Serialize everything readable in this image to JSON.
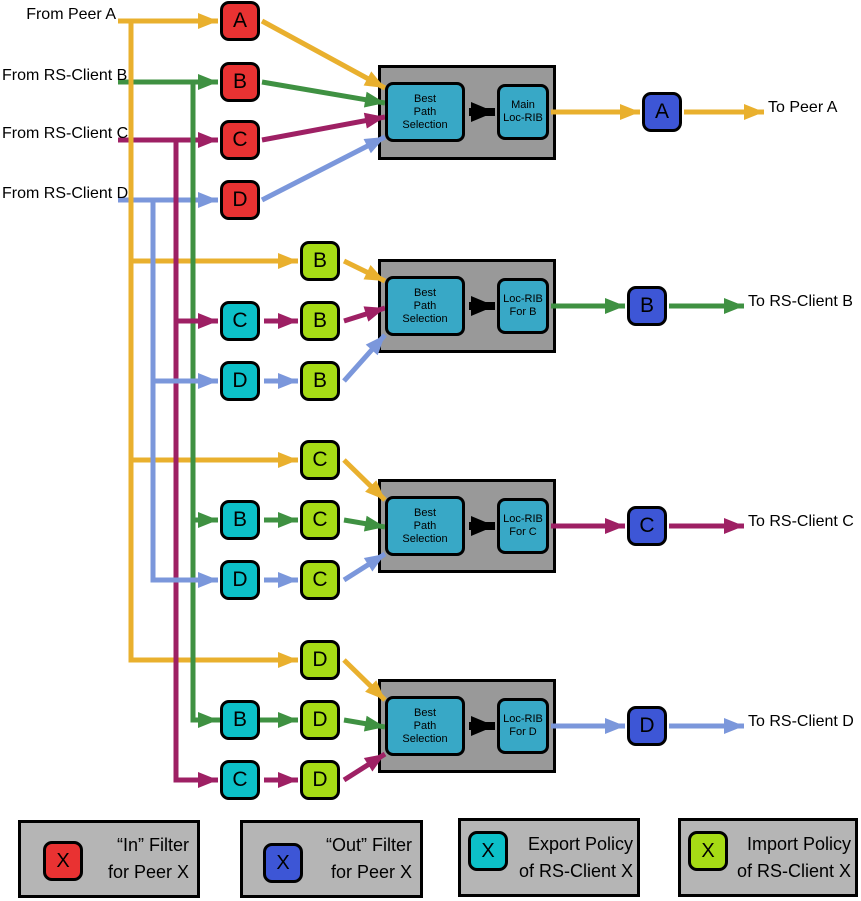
{
  "colors": {
    "peer_a_path": "#E9B02E",
    "rs_client_b_path": "#3F9142",
    "rs_client_c_path": "#9E2064",
    "rs_client_d_path": "#7B97DB",
    "in_filter_box": "#E93232",
    "out_filter_box": "#3D56D6",
    "export_policy_box": "#0CC0C8",
    "import_policy_box": "#A6DB15",
    "rib_box": "#38A8C6",
    "container_gray": "#999999",
    "legend_gray": "#B5B5B5"
  },
  "sources": [
    {
      "label": "From Peer A",
      "in_filter": "A"
    },
    {
      "label": "From RS-Client B",
      "in_filter": "B"
    },
    {
      "label": "From RS-Client C",
      "in_filter": "C"
    },
    {
      "label": "From RS-Client D",
      "in_filter": "D"
    }
  ],
  "groups": [
    {
      "id": "A",
      "bps": {
        "l1": "Best",
        "l2": "Path",
        "l3": "Selection"
      },
      "rib": {
        "l1": "Main",
        "l2": "Loc-RIB"
      },
      "out_filter": "A",
      "out_label": "To Peer A"
    },
    {
      "id": "B",
      "row1": {
        "import": "B"
      },
      "row2": {
        "export": "C",
        "import": "B"
      },
      "row3": {
        "export": "D",
        "import": "B"
      },
      "bps": {
        "l1": "Best",
        "l2": "Path",
        "l3": "Selection"
      },
      "rib": {
        "l1": "Loc-RIB",
        "l2": "For B"
      },
      "out_filter": "B",
      "out_label": "To RS-Client B"
    },
    {
      "id": "C",
      "row1": {
        "import": "C"
      },
      "row2": {
        "export": "B",
        "import": "C"
      },
      "row3": {
        "export": "D",
        "import": "C"
      },
      "bps": {
        "l1": "Best",
        "l2": "Path",
        "l3": "Selection"
      },
      "rib": {
        "l1": "Loc-RIB",
        "l2": "For C"
      },
      "out_filter": "C",
      "out_label": "To RS-Client C"
    },
    {
      "id": "D",
      "row1": {
        "import": "D"
      },
      "row2": {
        "export": "B",
        "import": "D"
      },
      "row3": {
        "export": "C",
        "import": "D"
      },
      "bps": {
        "l1": "Best",
        "l2": "Path",
        "l3": "Selection"
      },
      "rib": {
        "l1": "Loc-RIB",
        "l2": "For D"
      },
      "out_filter": "D",
      "out_label": "To RS-Client D"
    }
  ],
  "legend": [
    {
      "symbol": "X",
      "line1": "“In” Filter",
      "line2": "for Peer X"
    },
    {
      "symbol": "X",
      "line1": "“Out” Filter",
      "line2": "for Peer X"
    },
    {
      "symbol": "X",
      "line1": "Export Policy",
      "line2": "of RS-Client X"
    },
    {
      "symbol": "X",
      "line1": "Import Policy",
      "line2": "of RS-Client X"
    }
  ]
}
